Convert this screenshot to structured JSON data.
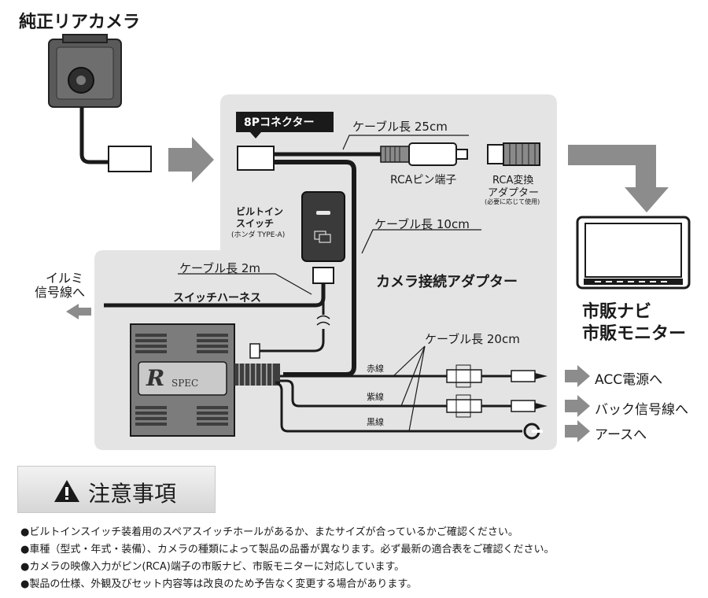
{
  "title": "純正リアカメラ",
  "connector_label": "8Pコネクター",
  "cable_25": "ケーブル長 25cm",
  "rca_pin": "RCAピン端子",
  "rca_adapter": [
    "RCA変換",
    "アダプター"
  ],
  "rca_adapter_note": "(必要に応じて使用)",
  "builtin_switch": [
    "ビルトイン",
    "スイッチ"
  ],
  "builtin_switch_note": "(ホンダ TYPE-A)",
  "cable_10": "ケーブル長 10cm",
  "cable_2m": "ケーブル長 2m",
  "camera_adapter": "カメラ接続アダプター",
  "illumi": [
    "イルミ",
    "信号線へ"
  ],
  "switch_harness": "スイッチハーネス",
  "cable_20": "ケーブル長 20cm",
  "module_logo": "SPEC",
  "module_logo_r": "R",
  "red_wire": "赤線",
  "purple_wire": "紫線",
  "black_wire": "黒線",
  "acc": "ACC電源へ",
  "back_signal": "バック信号線へ",
  "ground": "アースへ",
  "navi": [
    "市販ナビ",
    "市販モニター"
  ],
  "notice_title": "注意事項",
  "notices": [
    "●ビルトインスイッチ装着用のスペアスイッチホールがあるか、またサイズが合っているかご確認ください。",
    "●車種（型式・年式・装備）、カメラの種類によって製品の品番が異なります。必ず最新の適合表をご確認ください。",
    "●カメラの映像入力がピン(RCA)端子の市販ナビ、市販モニターに対応しています。",
    "●製品の仕様、外観及びセット内容等は改良のため予告なく変更する場合があります。"
  ],
  "colors": {
    "panel": "#e4e4e4",
    "wire": "#1a1a1a",
    "arrow": "#8c8c8c"
  }
}
